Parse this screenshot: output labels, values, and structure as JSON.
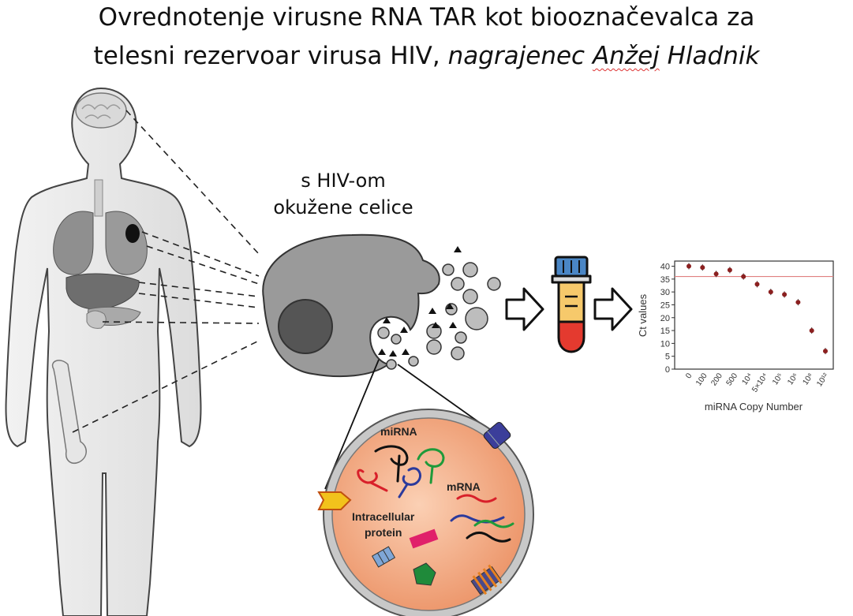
{
  "title": {
    "line1": "Ovrednotenje virusne RNA TAR kot biooznačevalca za",
    "line2_prefix": "telesni rezervoar virusa HIV, ",
    "line2_italic": "nagrajenec ",
    "line2_name_underlined": "Anžej",
    "line2_name_rest": " Hladnik"
  },
  "cells_label": {
    "line1": "s HIV-om",
    "line2": "okužene celice"
  },
  "vesicle_labels": {
    "mirna": "miRNA",
    "mrna": "mRNA",
    "protein_line1": "Intracellular",
    "protein_line2": "protein"
  },
  "colors": {
    "cell_fill": "#9a9a9a",
    "nucleus_fill": "#555555",
    "vesicle_fill": "#f0a079",
    "tube_cap": "#4a86c5",
    "tube_blood": "#e43a2f",
    "tube_serum": "#f6c96b",
    "threshold_line": "#e08080",
    "point_color": "#8b2020"
  },
  "chart_data": {
    "type": "scatter",
    "title": "",
    "xlabel": "miRNA Copy Number",
    "ylabel": "Ct values",
    "categories": [
      "0",
      "100",
      "200",
      "500",
      "10⁴",
      "5×10⁴",
      "10⁵",
      "10⁶",
      "10⁸",
      "10¹²"
    ],
    "values": [
      40,
      39.5,
      37,
      38.5,
      36,
      33,
      30,
      29,
      26,
      15,
      7
    ],
    "point_x_index": [
      0,
      1,
      2,
      3,
      4,
      5,
      6,
      7,
      8,
      9,
      10
    ],
    "yticks": [
      0,
      5,
      10,
      15,
      20,
      25,
      30,
      35,
      40
    ],
    "ylim": [
      0,
      42
    ],
    "threshold": 36,
    "grid": false
  }
}
